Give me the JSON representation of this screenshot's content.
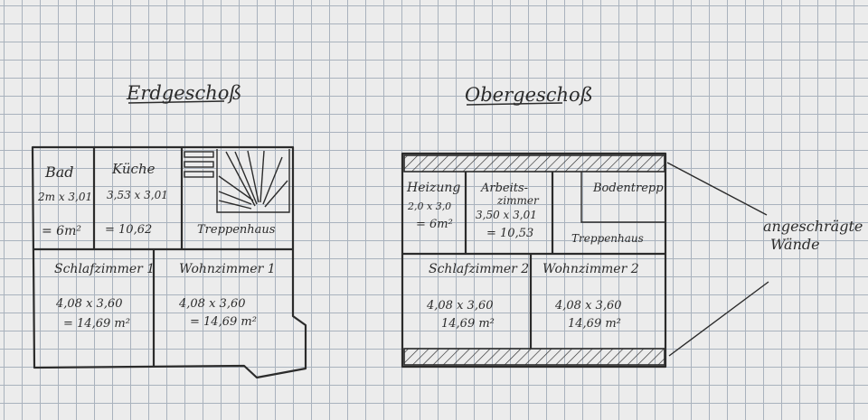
{
  "floors": {
    "ground": {
      "title": "Erdgeschoß",
      "rooms": [
        {
          "id": "bad",
          "name": "Bad",
          "dims": "2m x 3,01",
          "area": "= 6m²"
        },
        {
          "id": "kueche",
          "name": "Küche",
          "dims": "3,53 x 3,01",
          "area": "= 10,62"
        },
        {
          "id": "treppenhaus",
          "name": "Treppenhaus"
        },
        {
          "id": "schlafzimmer1",
          "name": "Schlafzimmer 1",
          "dims": "4,08 x 3,60",
          "area": "= 14,69 m²"
        },
        {
          "id": "wohnzimmer1",
          "name": "Wohnzimmer 1",
          "dims": "4,08 x 3,60",
          "area": "= 14,69 m²"
        }
      ]
    },
    "upper": {
      "title": "Obergeschoß",
      "rooms": [
        {
          "id": "heizung",
          "name": "Heizung",
          "dims": "2,0 x 3,0",
          "area": "= 6m²"
        },
        {
          "id": "arbeitszimmer",
          "name": "Arbeits-",
          "name2": "zimmer",
          "dims": "3,50 x 3,01",
          "area": "= 10,53"
        },
        {
          "id": "bodentreppe",
          "name": "Bodentrepp"
        },
        {
          "id": "treppenhaus2",
          "name": "Treppenhaus"
        },
        {
          "id": "schlafzimmer2",
          "name": "Schlafzimmer 2",
          "dims": "4,08 x 3,60",
          "area": "14,69 m²"
        },
        {
          "id": "wohnzimmer2",
          "name": "Wohnzimmer 2",
          "dims": "4,08 x 3,60",
          "area": "14,69 m²"
        }
      ]
    }
  },
  "annotation": {
    "line1": "angeschrägte",
    "line2": "Wände"
  }
}
